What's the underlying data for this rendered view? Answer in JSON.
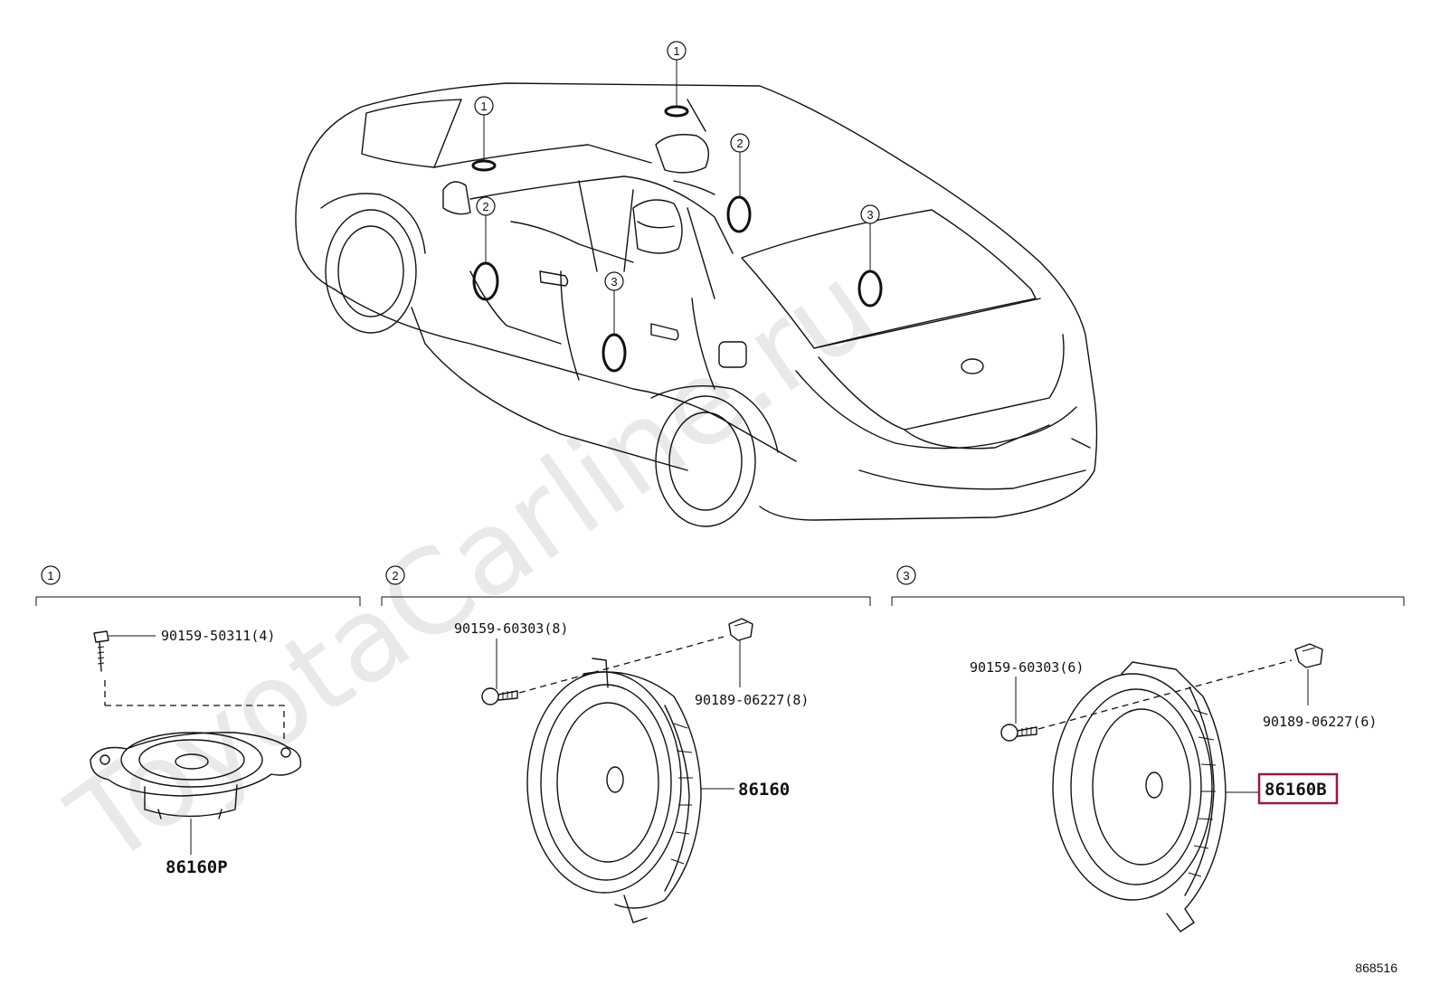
{
  "watermark": "ToyotaCarline.ru",
  "callouts": {
    "c1": "1",
    "c2": "2",
    "c3": "3"
  },
  "sections": [
    {
      "index": "1"
    },
    {
      "index": "2"
    },
    {
      "index": "3"
    }
  ],
  "parts": {
    "s1_screw": "90159-50311(4)",
    "s1_speaker": "86160P",
    "s2_screw": "90159-60303(8)",
    "s2_clip": "90189-06227(8)",
    "s2_speaker": "86160",
    "s3_screw": "90159-60303(6)",
    "s3_clip": "90189-06227(6)",
    "s3_speaker": "86160B"
  },
  "colors": {
    "highlight": "#a0163a",
    "line": "#111111",
    "watermark": "#cfcfcf"
  },
  "reference_number": "868516"
}
